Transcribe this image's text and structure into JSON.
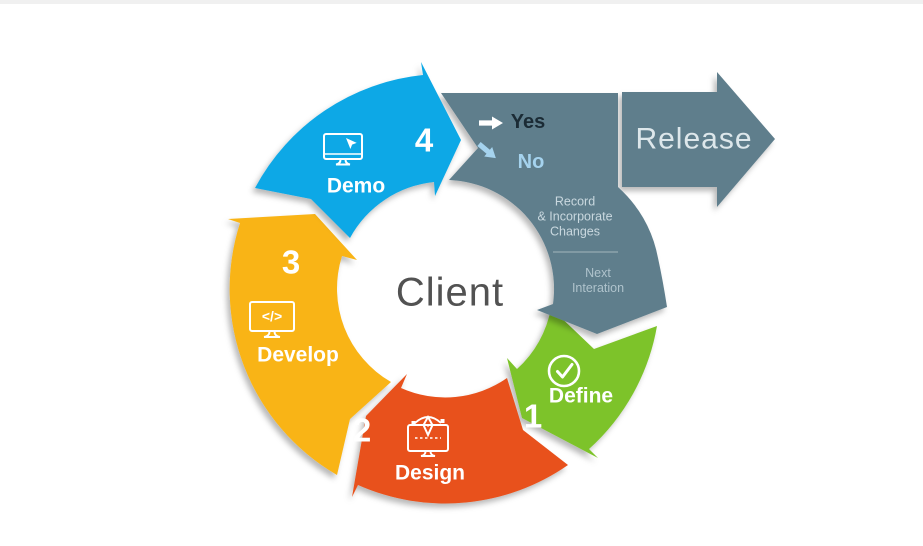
{
  "center": {
    "label": "Client"
  },
  "steps": [
    {
      "number": "1",
      "label": "Define",
      "color": "#7dc32a",
      "icon": "check-circle"
    },
    {
      "number": "2",
      "label": "Design",
      "color": "#e8511b",
      "icon": "monitor-pen-tool"
    },
    {
      "number": "3",
      "label": "Develop",
      "color": "#f9b417",
      "icon": "monitor-code"
    },
    {
      "number": "4",
      "label": "Demo",
      "color": "#09a8e6",
      "icon": "monitor-cursor"
    }
  ],
  "decision": {
    "yes_label": "Yes",
    "no_label": "No",
    "record_note": "Record\n& Incorporate\nChanges",
    "next_note": "Next\nInteration",
    "panel_color": "#5f7e8c",
    "no_arrow_color": "#a5d3ee"
  },
  "release": {
    "label": "Release",
    "color": "#5f7e8c"
  },
  "icons": {
    "develop_code": "</>"
  },
  "colors": {
    "background": "#ffffff",
    "top_bar": "#f0f0f0",
    "client_text": "#525252",
    "yes_text": "#1b2b35",
    "no_text": "#a5d3ee",
    "record_text": "#c9d8df",
    "next_text": "#afc3cc",
    "release_text": "#dde7eb"
  }
}
